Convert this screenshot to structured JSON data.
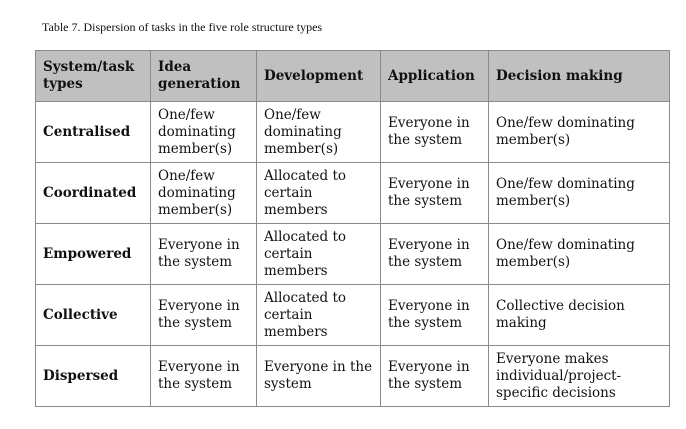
{
  "caption": "Table 7. Dispersion of tasks in the five role structure types",
  "headers": [
    "System/task types",
    "Idea generation",
    "Development",
    "Application",
    "Decision making"
  ],
  "rows": [
    [
      "Centralised",
      "One/few dominating member(s)",
      "One/few dominating member(s)",
      "Everyone in the system",
      "One/few dominating member(s)"
    ],
    [
      "Coordinated",
      "One/few dominating member(s)",
      "Allocated to certain members",
      "Everyone in the system",
      "One/few dominating member(s)"
    ],
    [
      "Empowered",
      "Everyone in the system",
      "Allocated to certain members",
      "Everyone in the system",
      "One/few dominating member(s)"
    ],
    [
      "Collective",
      "Everyone in the system",
      "Allocated to certain members",
      "Everyone in the system",
      "Collective decision making"
    ],
    [
      "Dispersed",
      "Everyone in the system",
      "Everyone in the system",
      "Everyone in the system",
      "Everyone makes individual/project-specific decisions"
    ]
  ]
}
